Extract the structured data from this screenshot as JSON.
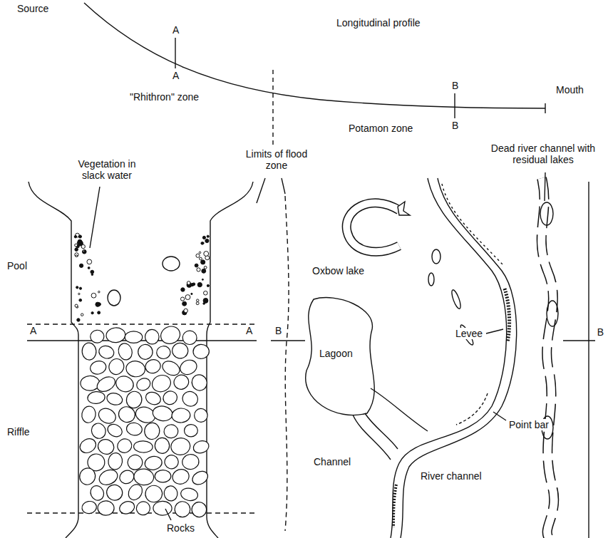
{
  "diagram": {
    "labels": [
      "Source",
      "A",
      "Longitudinal profile",
      "A",
      "\"Rhithron\" zone",
      "B",
      "Mouth",
      "B",
      "Potamon zone",
      "Limits of flood zone",
      "Vegetation in slack water",
      "Dead river channel with residual lakes",
      "Pool",
      "Oxbow lake",
      "A",
      "A",
      "B",
      "B",
      "Lagoon",
      "Levee",
      "Riffle",
      "Point bar",
      "Channel",
      "River channel",
      "Rocks"
    ]
  }
}
